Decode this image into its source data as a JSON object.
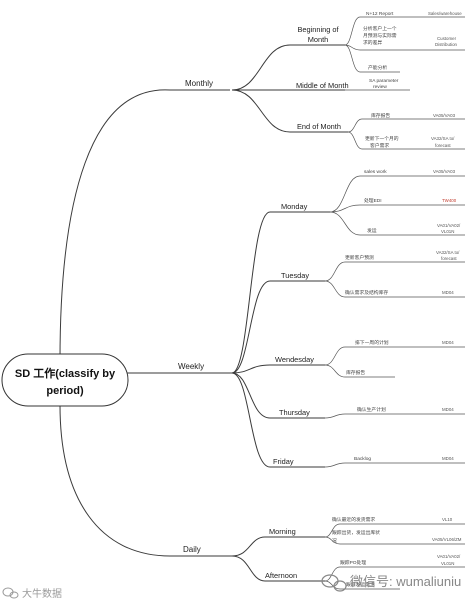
{
  "center": {
    "line1": "SD 工作(classify by",
    "line2": "period)"
  },
  "monthly": {
    "label": "Monthly",
    "beginning": {
      "label_line1": "Beginning of",
      "label_line2": "Month",
      "leaf1": "N+12 Report",
      "code1": "Sales/warehouse",
      "leaf2_l1": "分析客户上一个",
      "leaf2_l2": "月预测与实际需",
      "leaf2_l3": "求的差异",
      "code2_l1": "Customer",
      "code2_l2": "Distribution",
      "leaf3": "产能分析"
    },
    "middle": {
      "label": "Middle of Month",
      "leaf1_l1": "SA parameter",
      "leaf1_l2": "review"
    },
    "end": {
      "label": "End of Month",
      "leaf1": "库存报告",
      "code1": "VA05/VA03",
      "leaf2_l1": "更新下一个月的",
      "leaf2_l2": "客户需求",
      "code2_l1": "VA32/SA to/",
      "code2_l2": "forecast"
    }
  },
  "weekly": {
    "label": "Weekly",
    "monday": {
      "label": "Monday",
      "leaf1": "sales work",
      "code1": "VA05/VA03",
      "leaf2": "处理EDI",
      "code2": "TW400",
      "leaf3": "发运",
      "code3_l1": "VA01/VA02/",
      "code3_l2": "VL01N"
    },
    "tuesday": {
      "label": "Tuesday",
      "leaf1": "更新客户预测",
      "code1_l1": "VA32/SA to/",
      "code1_l2": "forecast",
      "leaf2": "确认需求及结构库存",
      "code2": "MD04"
    },
    "wednesday": {
      "label": "Wendesday",
      "leaf1": "排下一周的计划",
      "code1": "MD04",
      "leaf2": "库存报告"
    },
    "thursday": {
      "label": "Thursday",
      "leaf1": "确认生产计划",
      "code1": "MD04"
    },
    "friday": {
      "label": "Friday",
      "leaf1": "Backlog",
      "code1": "MD04"
    }
  },
  "daily": {
    "label": "Daily",
    "morning": {
      "label": "Morning",
      "leaf1": "确认最近的发货需求",
      "code1": "VL10",
      "leaf2_l1": "跟踪出货，发运出库状",
      "leaf2_l2": "况",
      "code2": "VA05/VL06/ZM"
    },
    "afternoon": {
      "label": "Afternoon",
      "leaf1": "跟踪PO处理",
      "code1_l1": "VA01/VA02/",
      "code1_l2": "VL01N",
      "leaf2": "跟踪发运需求"
    }
  },
  "watermark": {
    "left": "大牛数据",
    "right": "微信号: wumaliuniu"
  }
}
